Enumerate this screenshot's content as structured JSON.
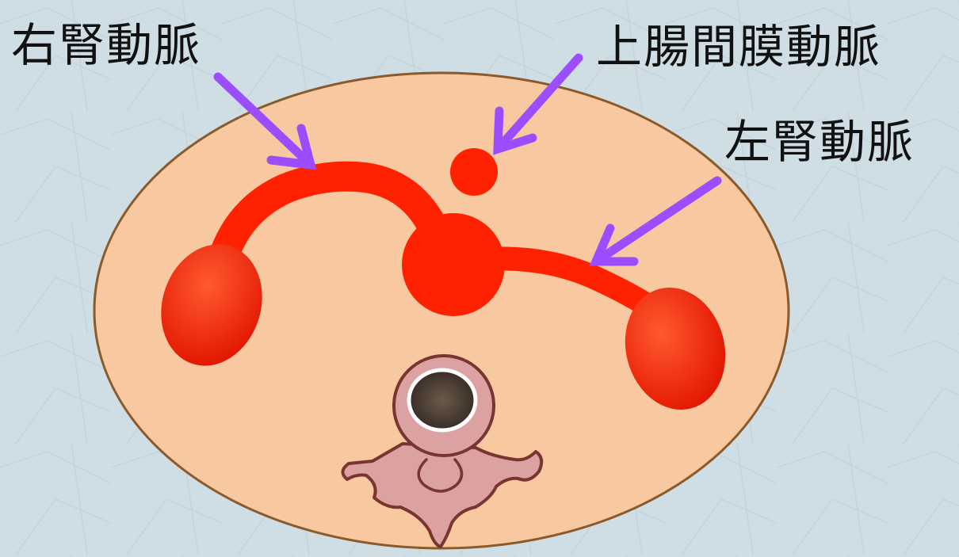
{
  "labels": {
    "right_renal_artery": "右腎動脈",
    "superior_mesenteric_artery": "上腸間膜動脈",
    "left_renal_artery": "左腎動脈"
  },
  "colors": {
    "background": "#cfdde4",
    "body_fill": "#f8c9a0",
    "body_outline": "#8a5a2b",
    "vessel_red": "#ff2200",
    "kidney_red": "#f01e00",
    "arrow_purple": "#9b4dff",
    "vertebra_fill": "#dca2a2",
    "vertebra_outline": "#7a3530",
    "spinal_canal": "#4a3a30"
  }
}
